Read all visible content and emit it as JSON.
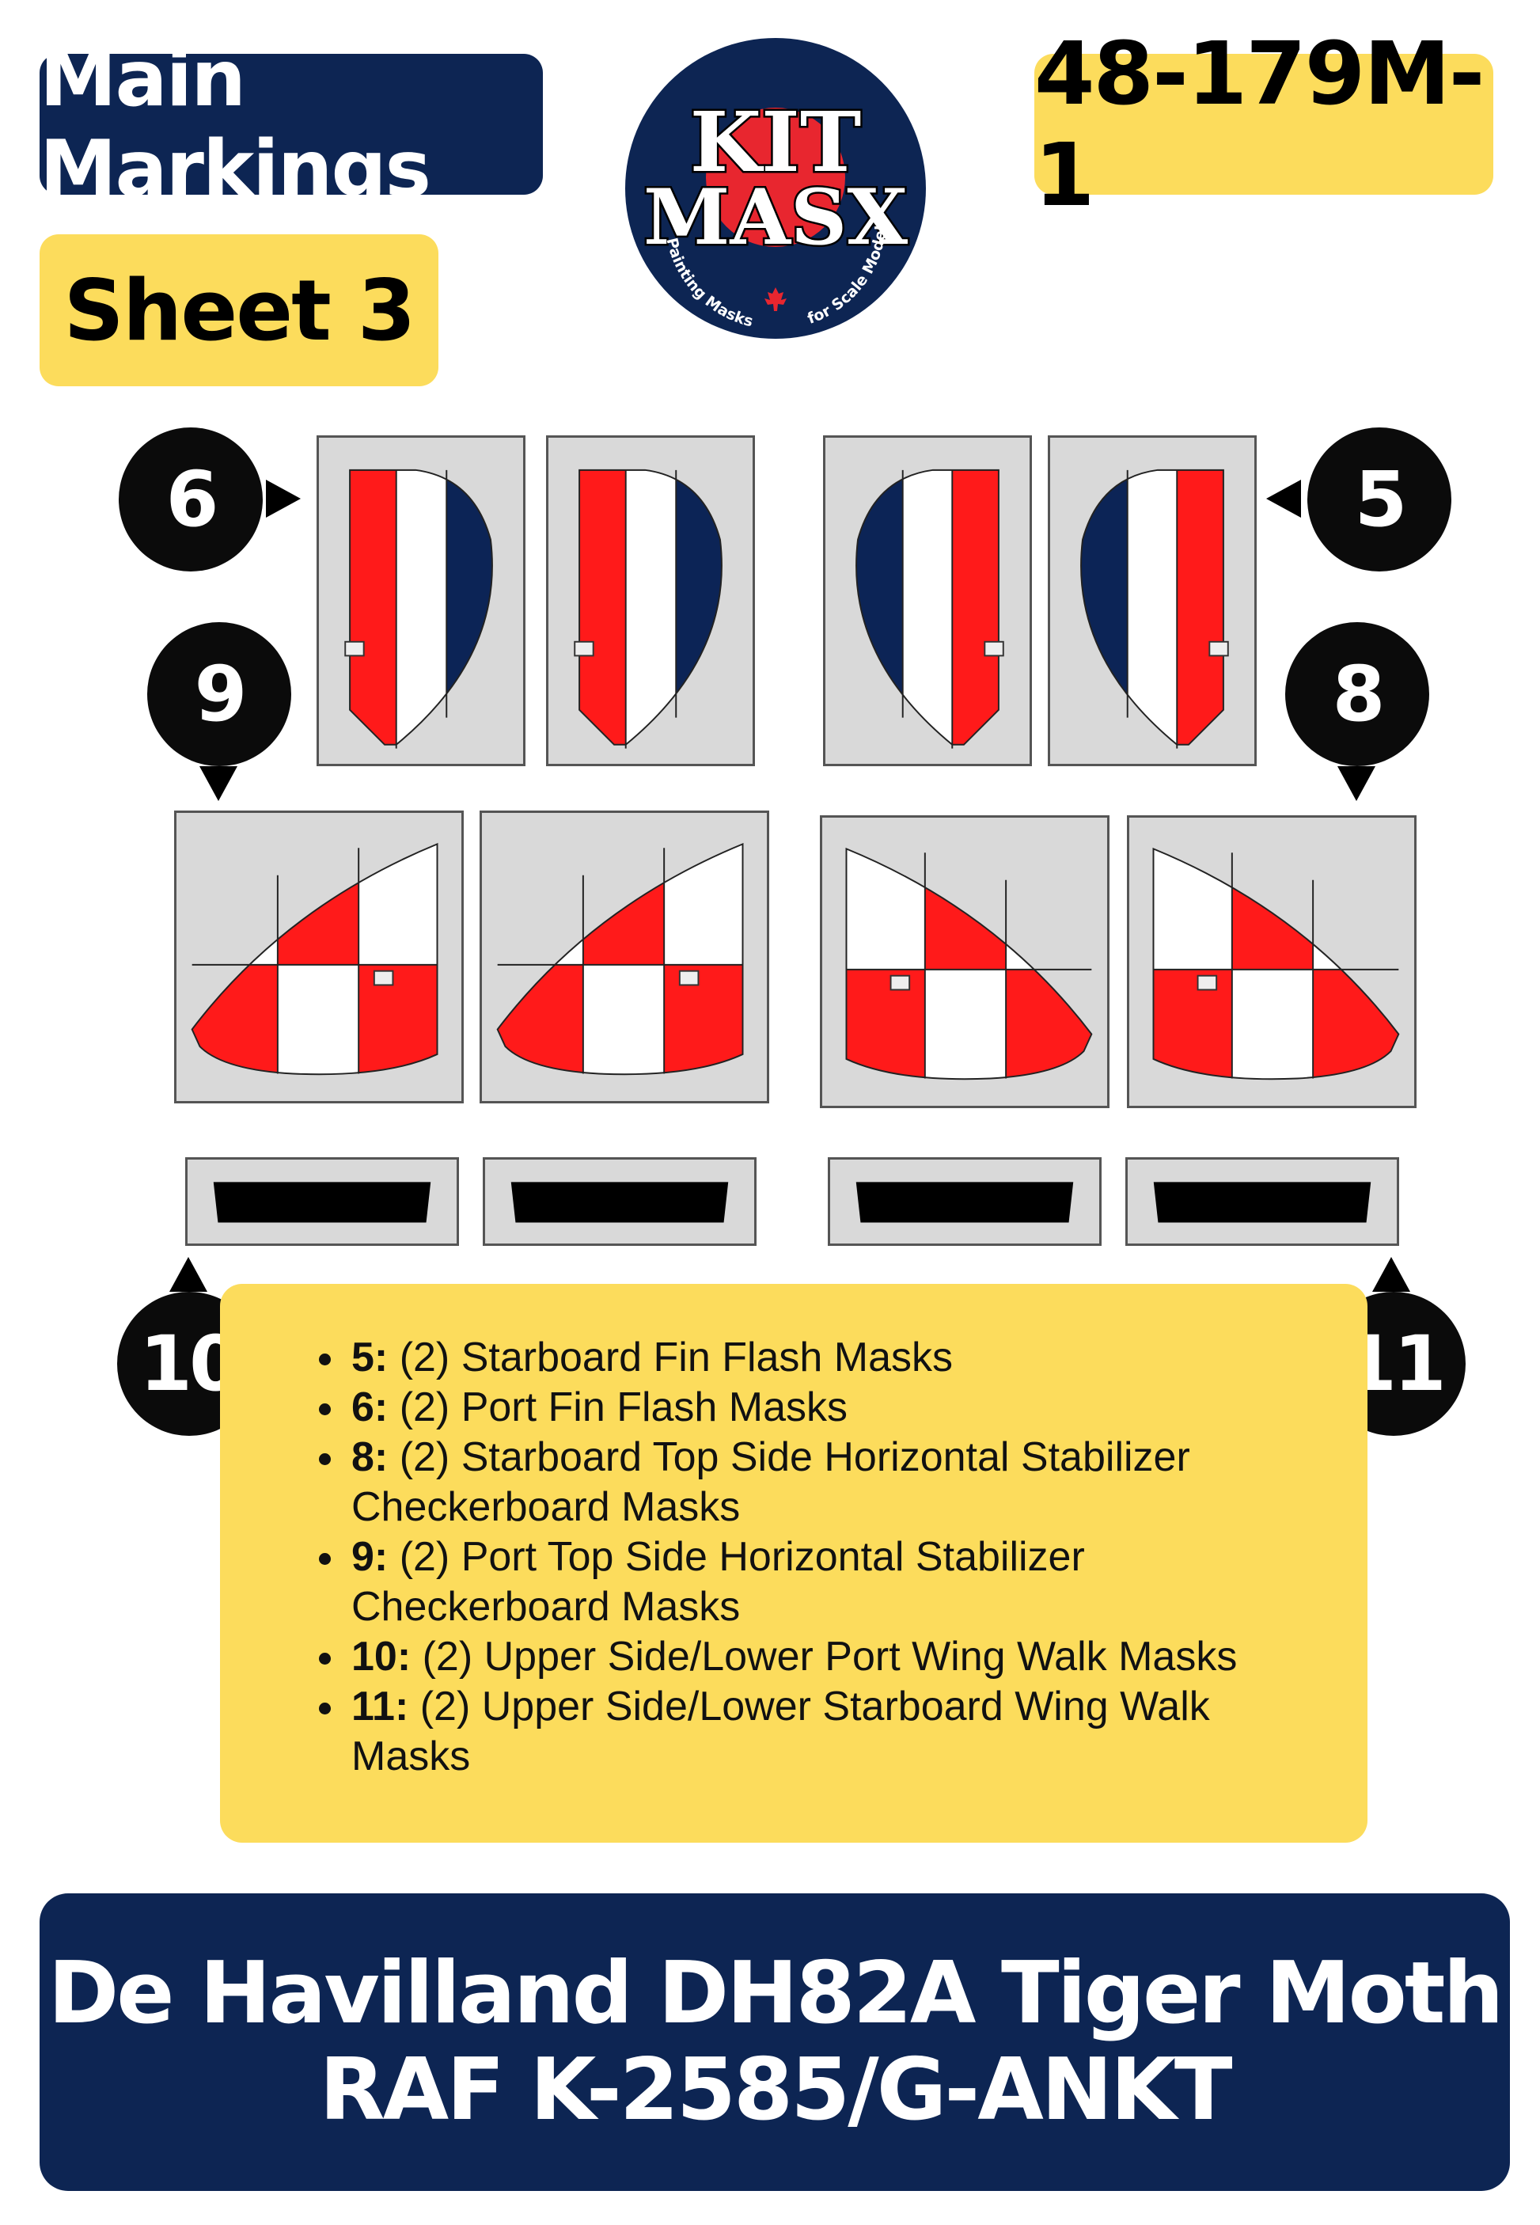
{
  "header": {
    "title": "Main Markings",
    "sheet": "Sheet 3",
    "product_code": "48-179M-1"
  },
  "logo": {
    "line1": "KIT",
    "line2": "MASX",
    "tagline_left": "Painting Masks",
    "tagline_right": "for Scale Models",
    "colors": {
      "navy": "#0d2553",
      "red": "#e8262f"
    }
  },
  "callouts": [
    "6",
    "5",
    "9",
    "8",
    "10",
    "11"
  ],
  "colors": {
    "red": "#ff1a1a",
    "white": "#ffffff",
    "blue": "#0c2456",
    "sheet": "#d9d9d9",
    "black": "#000000",
    "brand_navy": "#0d2553",
    "brand_yellow": "#fcdc5c"
  },
  "legend": [
    {
      "num": "5:",
      "text": " (2) Starboard Fin Flash Masks"
    },
    {
      "num": "6:",
      "text": " (2) Port Fin Flash Masks"
    },
    {
      "num": "8:",
      "text": " (2) Starboard Top Side Horizontal Stabilizer Checkerboard Masks"
    },
    {
      "num": "9:",
      "text": " (2) Port Top Side Horizontal Stabilizer Checkerboard Masks"
    },
    {
      "num": "10:",
      "text": " (2) Upper Side/Lower Port Wing Walk Masks"
    },
    {
      "num": "11:",
      "text": " (2) Upper Side/Lower Starboard Wing Walk Masks"
    }
  ],
  "footer": {
    "line1": "De Havilland DH82A Tiger Moth",
    "line2": "RAF K-2585/G-ANKT"
  }
}
